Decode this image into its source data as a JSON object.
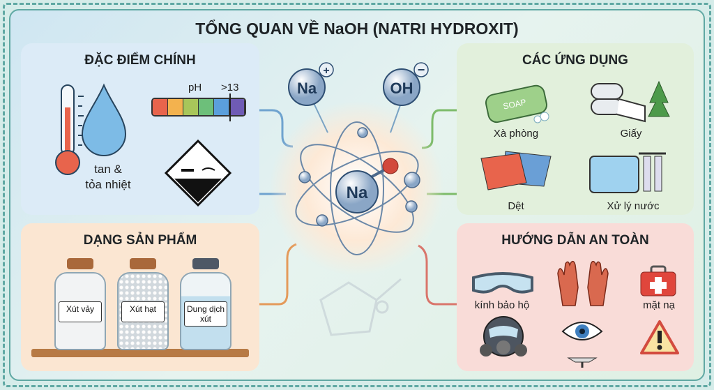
{
  "title": "TỔNG QUAN VỀ NaOH (NATRI HYDROXIT)",
  "features": {
    "heading": "ĐẶC ĐIỂM CHÍNH",
    "ph_label": "pH",
    "ph_value": ">13",
    "ph_colors": [
      "#e8644c",
      "#f3b24e",
      "#a8c65a",
      "#6dbf7a",
      "#5b9fdc",
      "#6f5bb5"
    ],
    "dissolve_line1": "tan &",
    "dissolve_line2": "tỏa nhiệt"
  },
  "products": {
    "heading": "DẠNG SẢN PHẨM",
    "items": [
      "Xút vảy",
      "Xút hạt",
      "Dung dịch",
      "xút"
    ]
  },
  "applications": {
    "heading": "CÁC ỨNG DỤNG",
    "items": [
      "Xà phòng",
      "Giấy",
      "Dệt",
      "Xử lý nước"
    ],
    "soap_text": "SOAP"
  },
  "safety": {
    "heading": "HƯỚNG DẪN AN TOÀN",
    "items": [
      "kính bảo hộ",
      "mặt nạ"
    ]
  },
  "center": {
    "na_ion": "Na",
    "oh_ion": "OH",
    "core": "Na"
  }
}
